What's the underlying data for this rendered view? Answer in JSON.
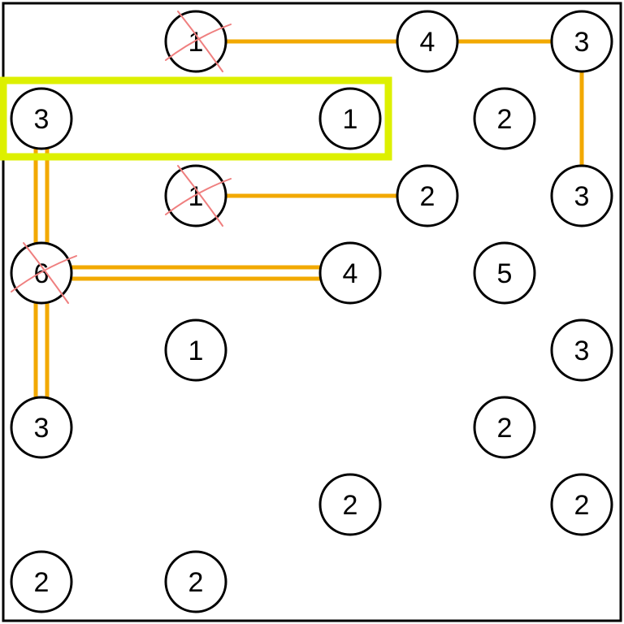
{
  "puzzle": {
    "name": "hashiwokakero",
    "grid_size": 8,
    "islands": [
      {
        "id": "r0c2",
        "row": 0,
        "col": 2,
        "clue": "1",
        "completed": true
      },
      {
        "id": "r0c5",
        "row": 0,
        "col": 5,
        "clue": "4",
        "completed": false
      },
      {
        "id": "r0c7",
        "row": 0,
        "col": 7,
        "clue": "3",
        "completed": false
      },
      {
        "id": "r1c0",
        "row": 1,
        "col": 0,
        "clue": "3",
        "completed": false
      },
      {
        "id": "r1c4",
        "row": 1,
        "col": 4,
        "clue": "1",
        "completed": false
      },
      {
        "id": "r1c6",
        "row": 1,
        "col": 6,
        "clue": "2",
        "completed": false
      },
      {
        "id": "r2c2",
        "row": 2,
        "col": 2,
        "clue": "1",
        "completed": true
      },
      {
        "id": "r2c5",
        "row": 2,
        "col": 5,
        "clue": "2",
        "completed": false
      },
      {
        "id": "r2c7",
        "row": 2,
        "col": 7,
        "clue": "3",
        "completed": false
      },
      {
        "id": "r3c0",
        "row": 3,
        "col": 0,
        "clue": "6",
        "completed": true
      },
      {
        "id": "r3c4",
        "row": 3,
        "col": 4,
        "clue": "4",
        "completed": false
      },
      {
        "id": "r3c6",
        "row": 3,
        "col": 6,
        "clue": "5",
        "completed": false
      },
      {
        "id": "r4c2",
        "row": 4,
        "col": 2,
        "clue": "1",
        "completed": false
      },
      {
        "id": "r4c7",
        "row": 4,
        "col": 7,
        "clue": "3",
        "completed": false
      },
      {
        "id": "r5c0",
        "row": 5,
        "col": 0,
        "clue": "3",
        "completed": false
      },
      {
        "id": "r5c6",
        "row": 5,
        "col": 6,
        "clue": "2",
        "completed": false
      },
      {
        "id": "r6c4",
        "row": 6,
        "col": 4,
        "clue": "2",
        "completed": false
      },
      {
        "id": "r6c7",
        "row": 6,
        "col": 7,
        "clue": "2",
        "completed": false
      },
      {
        "id": "r7c0",
        "row": 7,
        "col": 0,
        "clue": "2",
        "completed": false
      },
      {
        "id": "r7c2",
        "row": 7,
        "col": 2,
        "clue": "2",
        "completed": false
      }
    ],
    "bridges": [
      {
        "from": "r0c2",
        "to": "r0c5",
        "count": 1
      },
      {
        "from": "r0c5",
        "to": "r0c7",
        "count": 1
      },
      {
        "from": "r0c7",
        "to": "r2c7",
        "count": 1
      },
      {
        "from": "r2c2",
        "to": "r2c5",
        "count": 1
      },
      {
        "from": "r1c0",
        "to": "r3c0",
        "count": 2
      },
      {
        "from": "r3c0",
        "to": "r3c4",
        "count": 2
      },
      {
        "from": "r3c0",
        "to": "r5c0",
        "count": 2
      }
    ],
    "highlight": {
      "from": "r1c0",
      "to": "r1c4"
    },
    "colors": {
      "bridge": "#f2a900",
      "completed_mark": "#ef7f7f",
      "highlight": "#ddf000",
      "circle_stroke": "#000000",
      "circle_fill": "#ffffff"
    }
  }
}
